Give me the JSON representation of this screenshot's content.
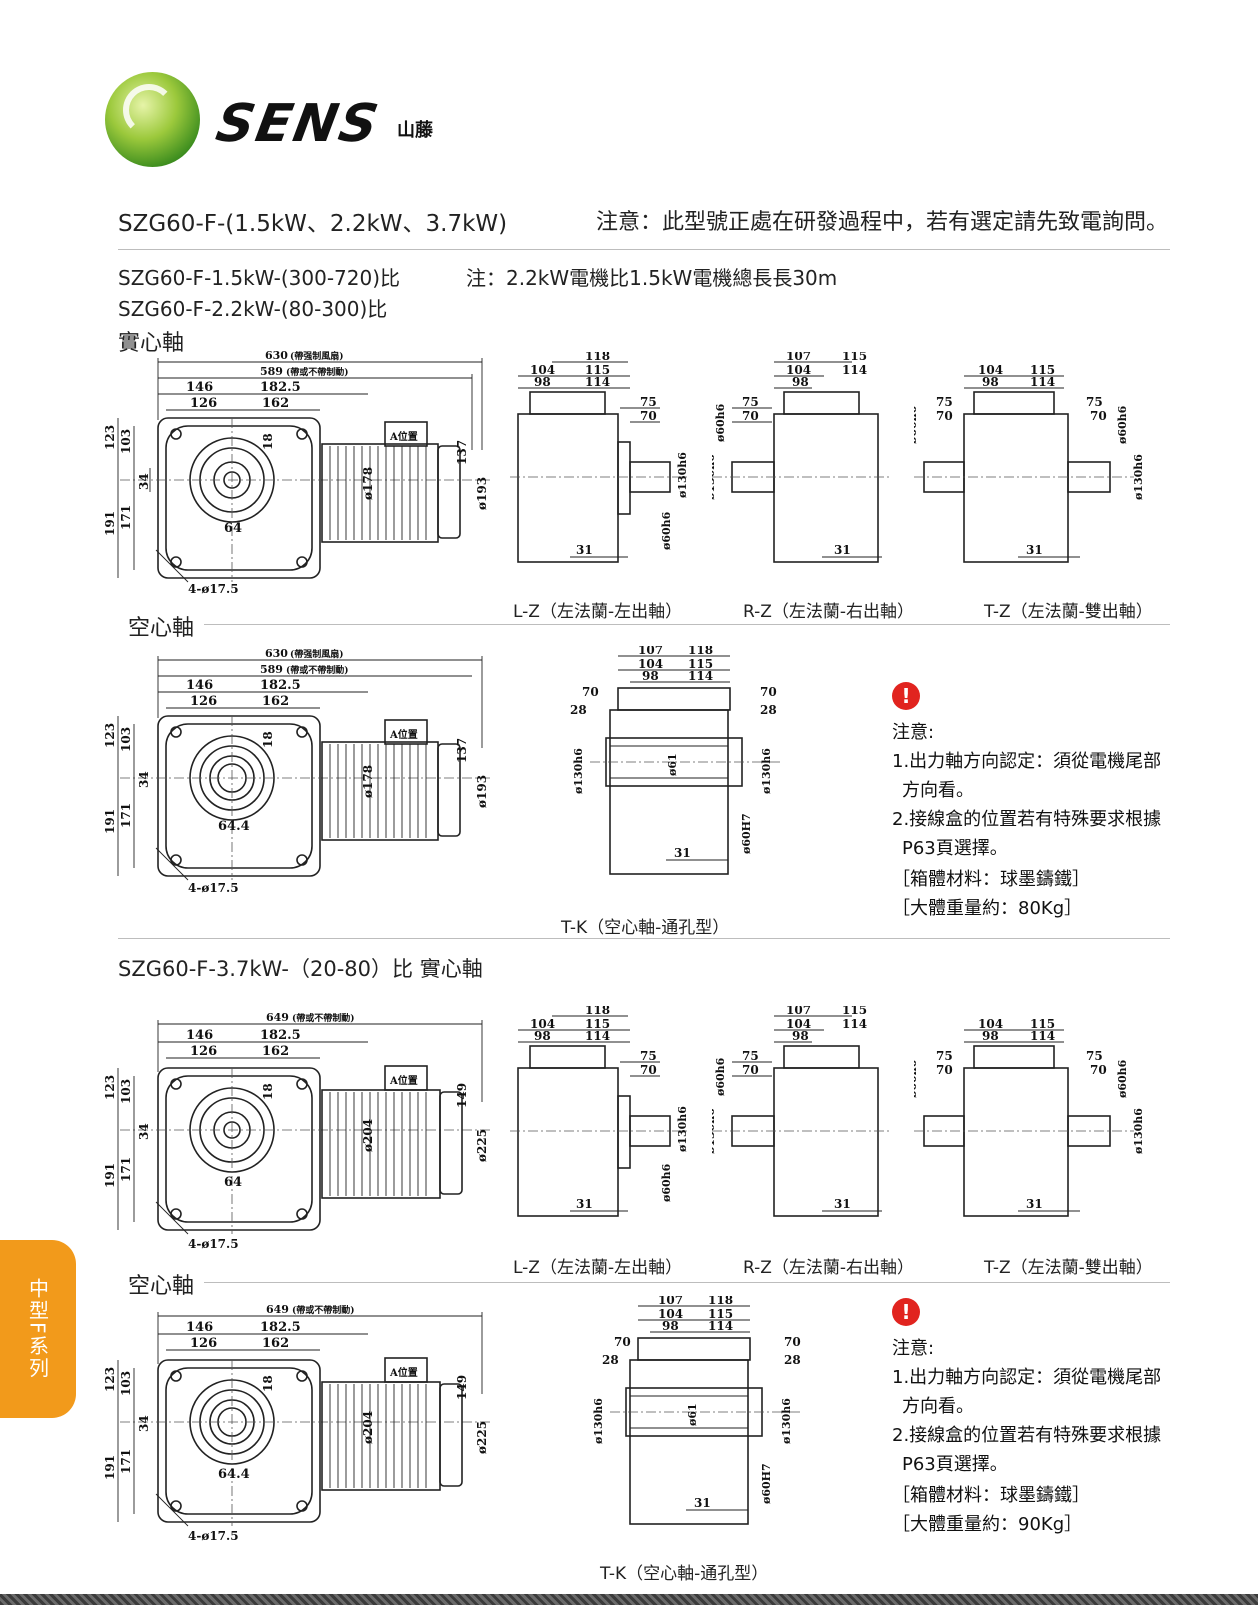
{
  "brand": {
    "name": "SENS",
    "cn": "山藤"
  },
  "header": {
    "title": "SZG60-F-(1.5kW、2.2kW、3.7kW)",
    "notice": "注意：此型號正處在研發過程中，若有選定請先致電詢問。"
  },
  "top": {
    "line1": "SZG60-F-1.5kW-(300-720)比",
    "line1_note": "注：2.2kW電機比1.5kW電機總長長30m",
    "line2": "SZG60-F-2.2kW-(80-300)比",
    "solid": "實心軸",
    "hollow": "空心軸",
    "captions": [
      "L-Z（左法蘭-左出軸）",
      "R-Z（左法蘭-右出軸）",
      "T-Z（左法蘭-雙出軸）"
    ],
    "tk_caption": "T-K（空心軸-通孔型）",
    "notes": {
      "heading": "注意:",
      "n1a": "1.出力軸方向認定：須從電機尾部",
      "n1b": "方向看。",
      "n2a": "2.接線盒的位置若有特殊要求根據",
      "n2b": "P63頁選擇。",
      "material": "［箱體材料：球墨鑄鐵］",
      "weight": "［大體重量約：80Kg］"
    },
    "dims": {
      "overall1": "630",
      "overall1_note": "(帶强制風扇)",
      "overall2": "589",
      "overall2_note": "(帶或不帶制動)",
      "d146": "146",
      "d1825": "182.5",
      "d126": "126",
      "d162": "162",
      "d123": "123",
      "d103": "103",
      "d34": "34",
      "d191": "191",
      "d171": "171",
      "d18": "18",
      "d64": "64",
      "d644": "64.4",
      "holes": "4-ø17.5",
      "motor_d": "ø178",
      "d137": "137",
      "d193": "ø193",
      "abox": "A位置",
      "d118": "118",
      "d115": "115",
      "d114": "114",
      "d104": "104",
      "d98": "98",
      "d107": "107",
      "d75": "75",
      "d70": "70",
      "d31": "31",
      "d28": "28",
      "shaft60": "ø60h6",
      "flange130": "ø130h6",
      "bore61": "ø61",
      "bore60": "ø60H7"
    }
  },
  "bottom": {
    "line": "SZG60-F-3.7kW-（20-80）比  實心軸",
    "hollow": "空心軸",
    "captions": [
      "L-Z（左法蘭-左出軸）",
      "R-Z（左法蘭-右出軸）",
      "T-Z（左法蘭-雙出軸）"
    ],
    "tk_caption": "T-K（空心軸-通孔型）",
    "notes": {
      "heading": "注意:",
      "n1a": "1.出力軸方向認定：須從電機尾部",
      "n1b": "方向看。",
      "n2a": "2.接線盒的位置若有特殊要求根據",
      "n2b": "P63頁選擇。",
      "material": "［箱體材料：球墨鑄鐵］",
      "weight": "［大體重量約：90Kg］"
    },
    "dims": {
      "overall": "649",
      "overall_note": "(帶或不帶制動)",
      "motor_d": "ø204",
      "d149": "149",
      "d225": "ø225"
    }
  },
  "side_tab": "中型F系列"
}
